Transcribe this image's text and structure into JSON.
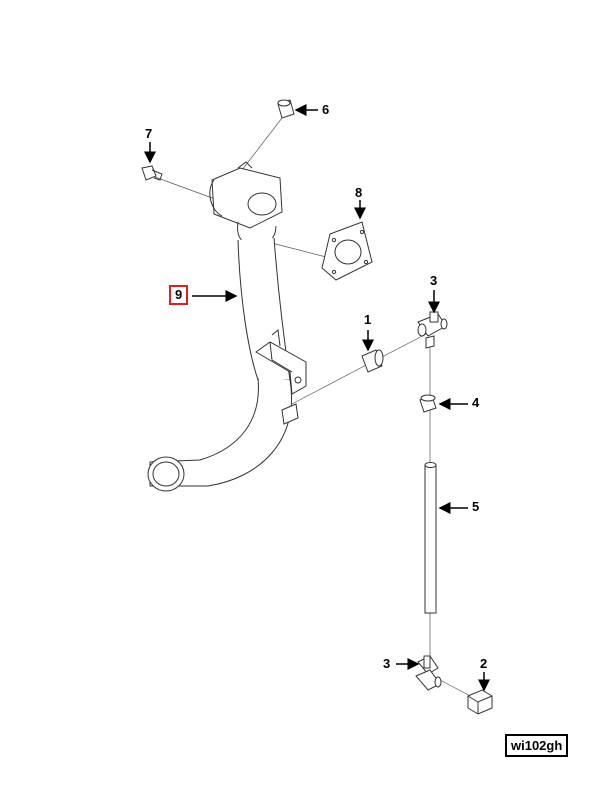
{
  "diagram": {
    "callouts": {
      "c1": "1",
      "c2": "2",
      "c3a": "3",
      "c3b": "3",
      "c4": "4",
      "c5": "5",
      "c6": "6",
      "c7": "7",
      "c8": "8",
      "c9": "9"
    },
    "highlighted_callout": "9",
    "figure_id": "wi102gh"
  }
}
